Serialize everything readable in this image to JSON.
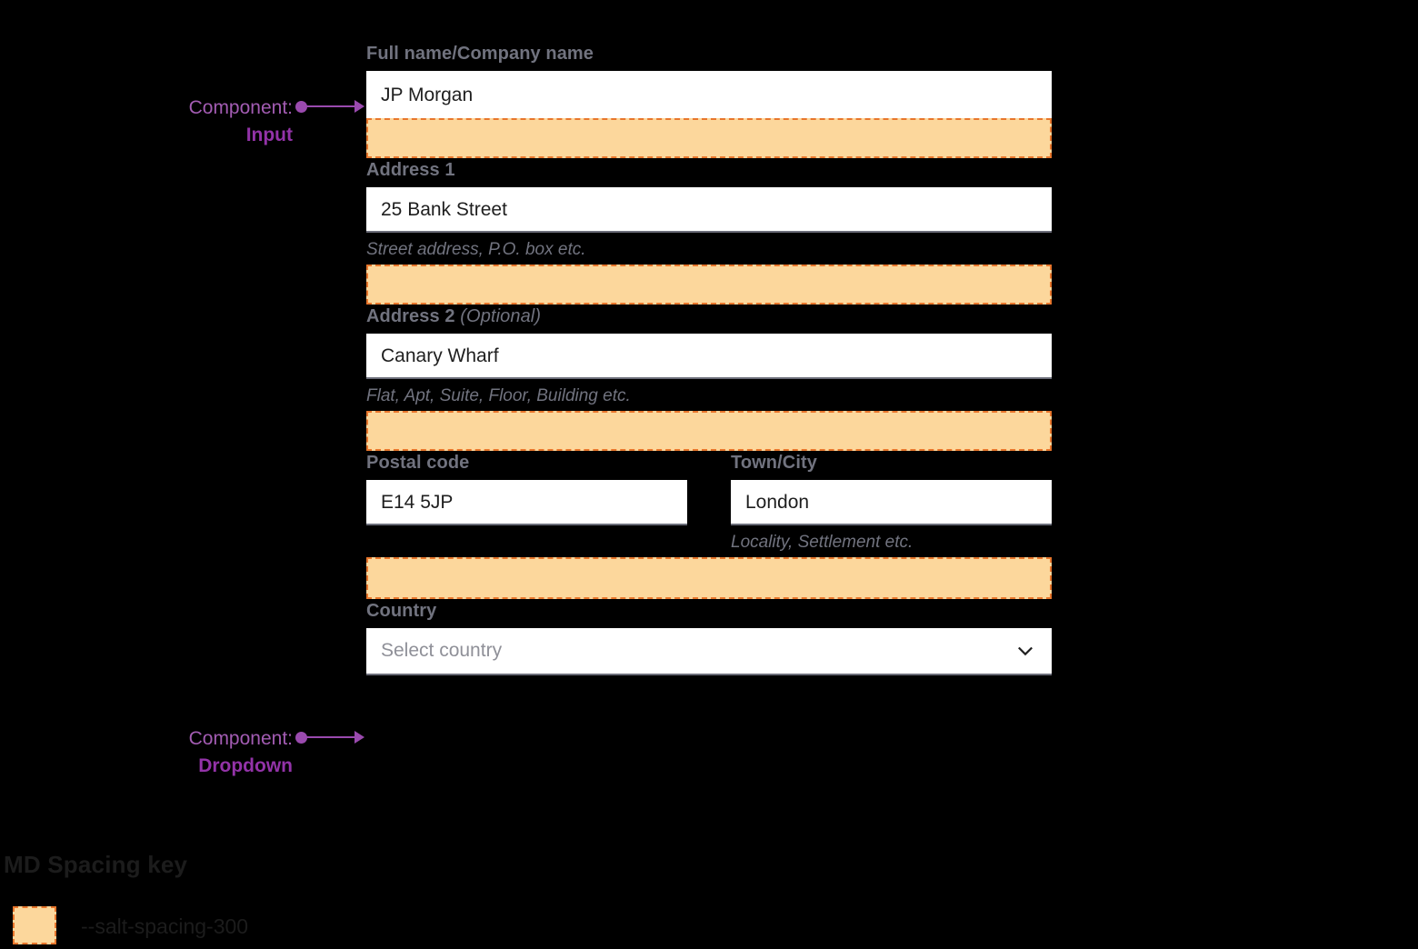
{
  "theme": {
    "background": "#000000",
    "input_background": "#ffffff",
    "input_rule": "#6b6d79",
    "label_color": "#71737f",
    "spacing_block_fill": "#fcd79c",
    "spacing_block_border": "#e8762c",
    "annotation_color": "#9a4aae",
    "value_color": "#1f1f1f",
    "placeholder_color": "#8f9098"
  },
  "form": {
    "fields": [
      {
        "label": "Full name/Company name",
        "optional_suffix": "",
        "value": "JP Morgan",
        "helper": "",
        "type": "input"
      },
      {
        "label": "Address 1",
        "optional_suffix": "",
        "value": "25 Bank Street",
        "helper": "Street address, P.O. box etc.",
        "type": "input"
      },
      {
        "label": "Address 2",
        "optional_suffix": "(Optional)",
        "value": "Canary Wharf",
        "helper": "Flat, Apt, Suite, Floor, Building etc.",
        "type": "input"
      },
      {
        "label": "Postal code",
        "optional_suffix": "",
        "value": "E14 5JP",
        "helper": "",
        "type": "input"
      },
      {
        "label": "Town/City",
        "optional_suffix": "",
        "value": "London",
        "helper": "Locality, Settlement etc.",
        "type": "input"
      },
      {
        "label": "Country",
        "optional_suffix": "",
        "value": "",
        "placeholder": "Select country",
        "helper": "",
        "type": "dropdown",
        "chevron_icon": "chevron-down-icon"
      }
    ]
  },
  "annotations": [
    {
      "prefix": "Component:",
      "name": "Input",
      "marker_icon": "annotation-dot-icon",
      "arrow_icon": "arrow-right-icon"
    },
    {
      "prefix": "Component:",
      "name": "Dropdown",
      "marker_icon": "annotation-dot-icon",
      "arrow_icon": "arrow-right-icon"
    }
  ],
  "spacing_key": {
    "title": "MD Spacing key",
    "token": "--salt-spacing-300",
    "swatch_icon": "spacing-swatch-icon"
  }
}
